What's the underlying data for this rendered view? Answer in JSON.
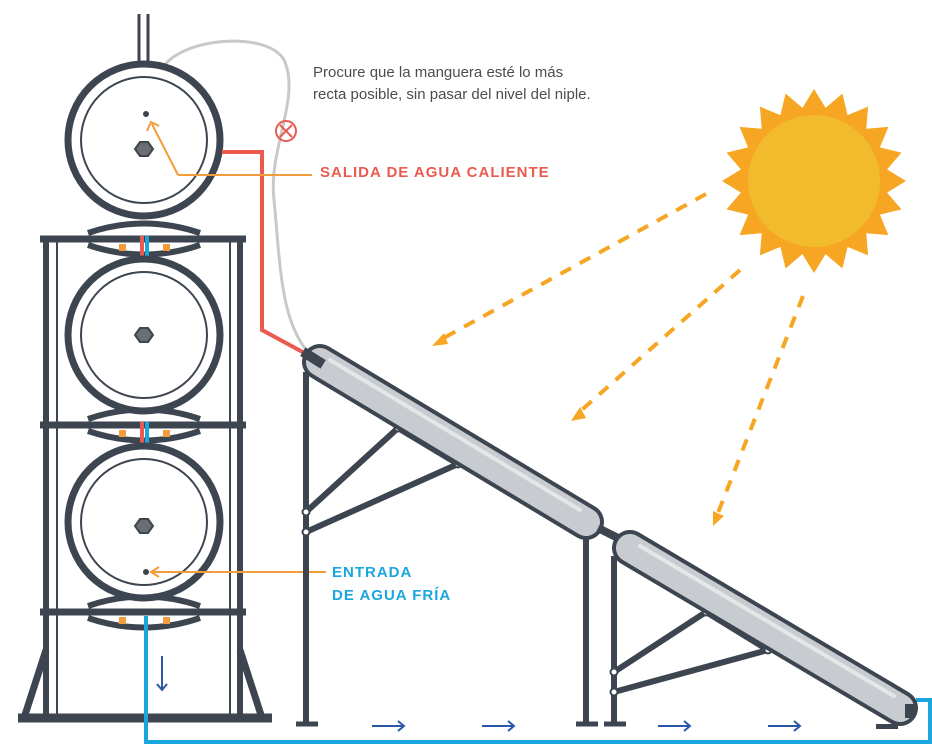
{
  "note": {
    "line1": "Procure que la manguera esté lo más",
    "line2": "recta posible, sin pasar del nivel del niple."
  },
  "labels": {
    "hot_water_outlet": "SALIDA DE AGUA CALIENTE",
    "cold_water_inlet_line1": "ENTRADA",
    "cold_water_inlet_line2": "DE AGUA FRÍA"
  },
  "icons": {
    "warning": "no-entry-x-icon",
    "sun": "sun-icon",
    "flow_arrow": "right-arrow-icon",
    "down_arrow": "down-arrow-icon"
  },
  "colors": {
    "hot_pipe": "#ea5a4f",
    "cold_pipe": "#1ba7de",
    "frame": "#3d4550",
    "sun_core": "#f2bb2e",
    "sun_rays": "#f6a623",
    "flow_arrow": "#2a57a8",
    "pointer": "#f39c3c",
    "hose": "#c9c9c9"
  }
}
